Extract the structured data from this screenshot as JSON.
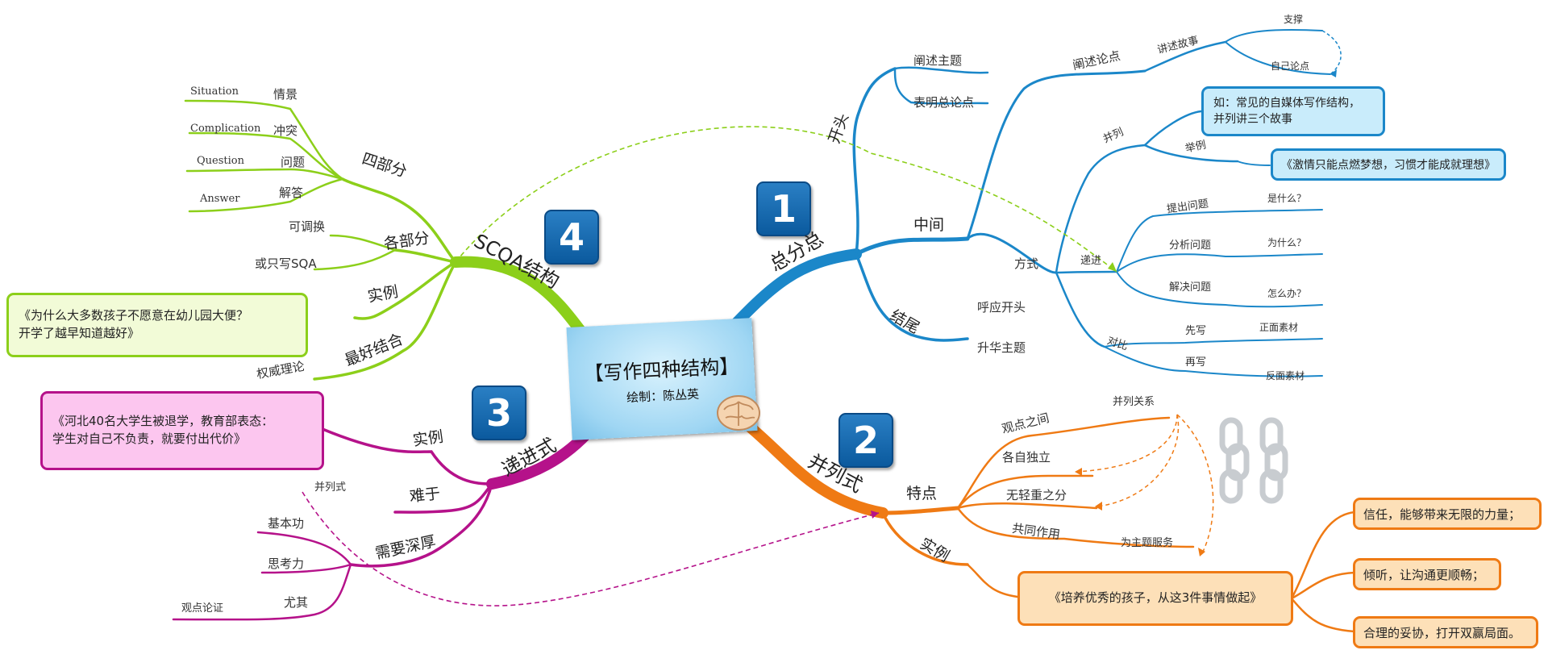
{
  "center": {
    "title": "【写作四种结构】",
    "subtitle": "绘制：陈丛英"
  },
  "colors": {
    "blue": "#1b87c9",
    "orange": "#ef7a14",
    "magenta": "#b5128a",
    "green": "#8ccf1a"
  },
  "b1": {
    "badge": "1",
    "name": "总分总",
    "kaitou": "开头",
    "k1": "阐述主题",
    "k2": "表明总论点",
    "zhongjian": "中间",
    "chanshu": "阐述论点",
    "jiangshu": "讲述故事",
    "zhicheng": "支撑",
    "ziji": "自己论点",
    "binglie": "并列",
    "note1": "如：常见的自媒体写作结构，\n并列讲三个故事",
    "juli": "举例",
    "note2": "《激情只能点燃梦想，习惯才能成就理想》",
    "fangshi": "方式",
    "dijin": "递进",
    "tichu": "提出问题",
    "shi": "是什么？",
    "fenxi": "分析问题",
    "wei": "为什么？",
    "jiejue": "解决问题",
    "zen": "怎么办？",
    "duibi": "对比",
    "xian": "先写",
    "zheng": "正面素材",
    "zai": "再写",
    "fan": "反面素材",
    "jiewei": "结尾",
    "huying": "呼应开头",
    "shenghua": "升华主题"
  },
  "b2": {
    "badge": "2",
    "name": "并列式",
    "tedian": "特点",
    "guandian": "观点之间",
    "bingguanxi": "并列关系",
    "gezi": "各自独立",
    "wuqing": "无轻重之分",
    "gongtong": "共同作用",
    "weizhuti": "为主题服务",
    "shili": "实例",
    "note": "《培养优秀的孩子，从这3件事情做起》",
    "r1": "信任，能够带来无限的力量；",
    "r2": "倾听，让沟通更顺畅；",
    "r3": "合理的妥协，打开双赢局面。"
  },
  "b3": {
    "badge": "3",
    "name": "递进式",
    "shili": "实例",
    "note": "《河北40名大学生被退学，教育部表态：\n学生对自己不负责，就要付出代价》",
    "nanyu": "难于",
    "binglieshi": "并列式",
    "shenhou": "需要深厚",
    "jiben": "基本功",
    "sikao": "思考力",
    "youqi": "尤其",
    "guandian": "观点论证"
  },
  "b4": {
    "badge": "4",
    "name": "SCQA结构",
    "sibufen": "四部分",
    "s_en": "Situation",
    "s_cn": "情景",
    "c_en": "Complication",
    "c_cn": "冲突",
    "q_en": "Question",
    "q_cn": "问题",
    "a_en": "Answer",
    "a_cn": "解答",
    "gebufen": "各部分",
    "ketiao": "可调换",
    "huozhi": "或只写SQA",
    "shili": "实例",
    "note": "《为什么大多数孩子不愿意在幼儿园大便？\n开学了越早知道越好》",
    "zuihao": "最好结合",
    "quanwei": "权威理论"
  }
}
